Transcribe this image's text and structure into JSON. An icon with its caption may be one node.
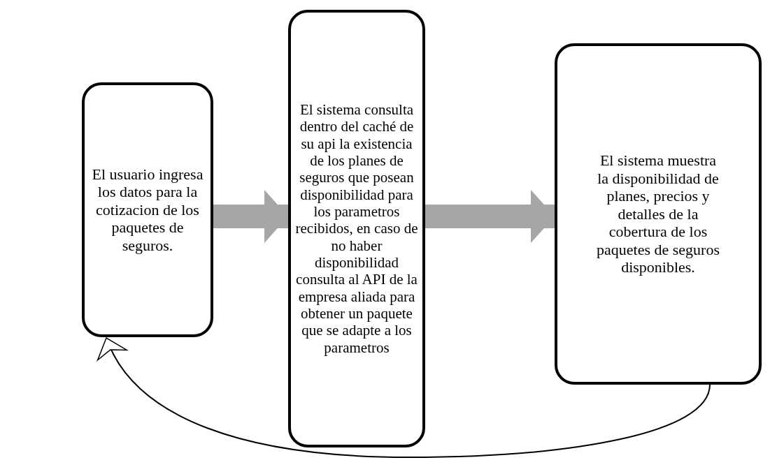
{
  "diagram": {
    "nodes": [
      {
        "text": [
          "El usuario ingresa los datos para la cotizacion de los paquetes de seguros."
        ]
      },
      {
        "text": [
          "El sistema consulta dentro del caché de su api la existencia de los planes de seguros que posean disponibilidad para los parametros recibidos, en caso de no haber disponibilidad consulta al API de la empresa aliada para obtener un paquete que se adapte a los parametros"
        ]
      },
      {
        "text": [
          "El sistema muestra la disponibilidad de planes, precios y detalles de la cobertura de los paquetes de seguros disponibles."
        ]
      }
    ],
    "edges": [
      {
        "from": 0,
        "to": 1,
        "arrow": "to"
      },
      {
        "from": 1,
        "to": 2,
        "arrow": "to"
      },
      {
        "from": 2,
        "to": 0,
        "arrow": "to",
        "color": "#000000"
      }
    ]
  }
}
